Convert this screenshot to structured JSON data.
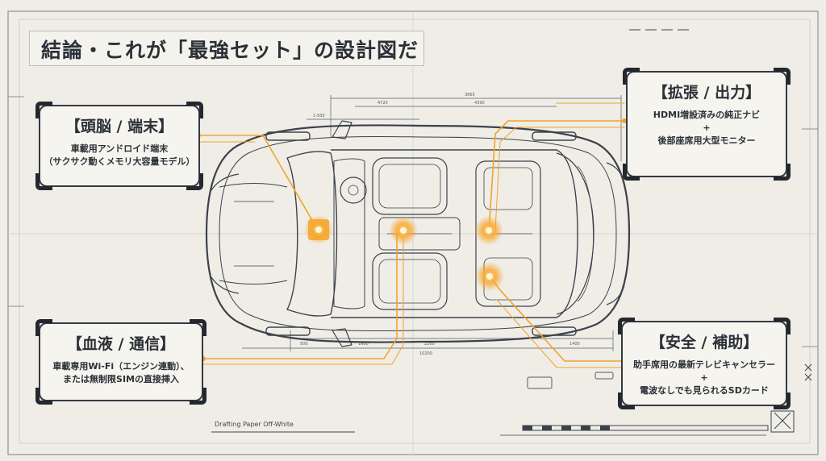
{
  "title": "結論・これが「最強セット」の設計図だ",
  "boxes": {
    "brain": {
      "title": "【頭脳 / 端末】",
      "lines": [
        "車載用アンドロイド端末",
        "（サクサク動くメモリ大容量モデル）"
      ]
    },
    "blood": {
      "title": "【血液 / 通信】",
      "lines": [
        "車載専用Wi-Fi（エンジン連動）、",
        "または無制限SIMの直接挿入"
      ]
    },
    "expand": {
      "title": "【拡張 / 出力】",
      "lines": [
        "HDMI増設済みの純正ナビ",
        "+",
        "後部座席用大型モニター"
      ]
    },
    "safety": {
      "title": "【安全 / 補助】",
      "lines": [
        "助手席用の最新テレビキャンセラー",
        "+",
        "電波なしでも見られるSDカード"
      ]
    }
  },
  "caption": "Drafting Paper Off-White",
  "dimension_labels": [
    "3665",
    "4720",
    "4390",
    "1-930",
    "500",
    "1600",
    "2200",
    "1400",
    "10200"
  ],
  "colors": {
    "background": "#efede6",
    "line": "#3b424c",
    "grid": "#c9ccd0",
    "accent": "#f2a32b",
    "accent_glow": "#ffb63a",
    "text": "#2b3038"
  }
}
